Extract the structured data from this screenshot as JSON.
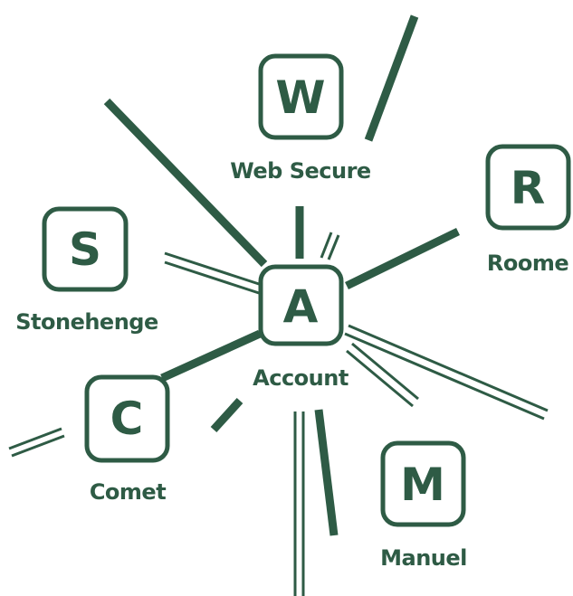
{
  "colors": {
    "primary": "#2e5b45",
    "background": "#ffffff"
  },
  "nodes": {
    "account": {
      "letter": "A",
      "label": "Account"
    },
    "web_secure": {
      "letter": "W",
      "label": "Web Secure"
    },
    "roome": {
      "letter": "R",
      "label": "Roome"
    },
    "stonehenge": {
      "letter": "S",
      "label": "Stonehenge"
    },
    "comet": {
      "letter": "C",
      "label": "Comet"
    },
    "manuel": {
      "letter": "M",
      "label": "Manuel"
    }
  }
}
